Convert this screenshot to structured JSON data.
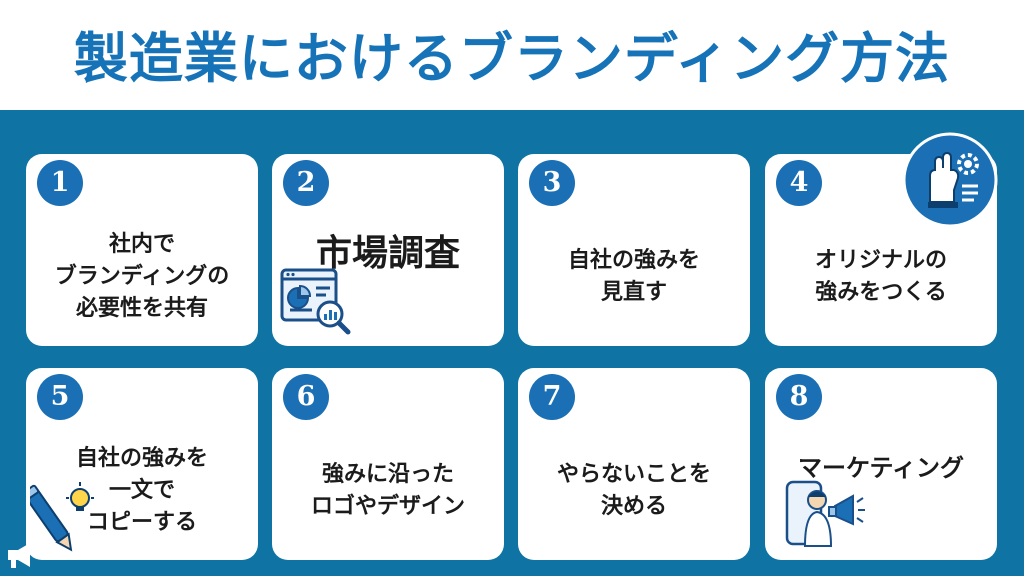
{
  "title": "製造業におけるブランディング方法",
  "colors": {
    "title": "#1673b8",
    "panel": "#0f74a3",
    "badge": "#1a6fb5",
    "card": "#ffffff"
  },
  "cards": [
    {
      "number": "1",
      "text": "社内で\nブランディングの\n必要性を共有"
    },
    {
      "number": "2",
      "text": "市場調査",
      "icon": "web-analytics-icon"
    },
    {
      "number": "3",
      "text": "自社の強みを\n見直す"
    },
    {
      "number": "4",
      "text": "オリジナルの\n強みをつくる",
      "icon": "hand-gear-icon"
    },
    {
      "number": "5",
      "text": "自社の強みを\n一文で\nコピーする",
      "icon": "pencil-lightbulb-icon"
    },
    {
      "number": "6",
      "text": "強みに沿った\nロゴやデザイン"
    },
    {
      "number": "7",
      "text": "やらないことを\n決める"
    },
    {
      "number": "8",
      "text": "マーケティング",
      "icon": "megaphone-person-icon"
    }
  ]
}
